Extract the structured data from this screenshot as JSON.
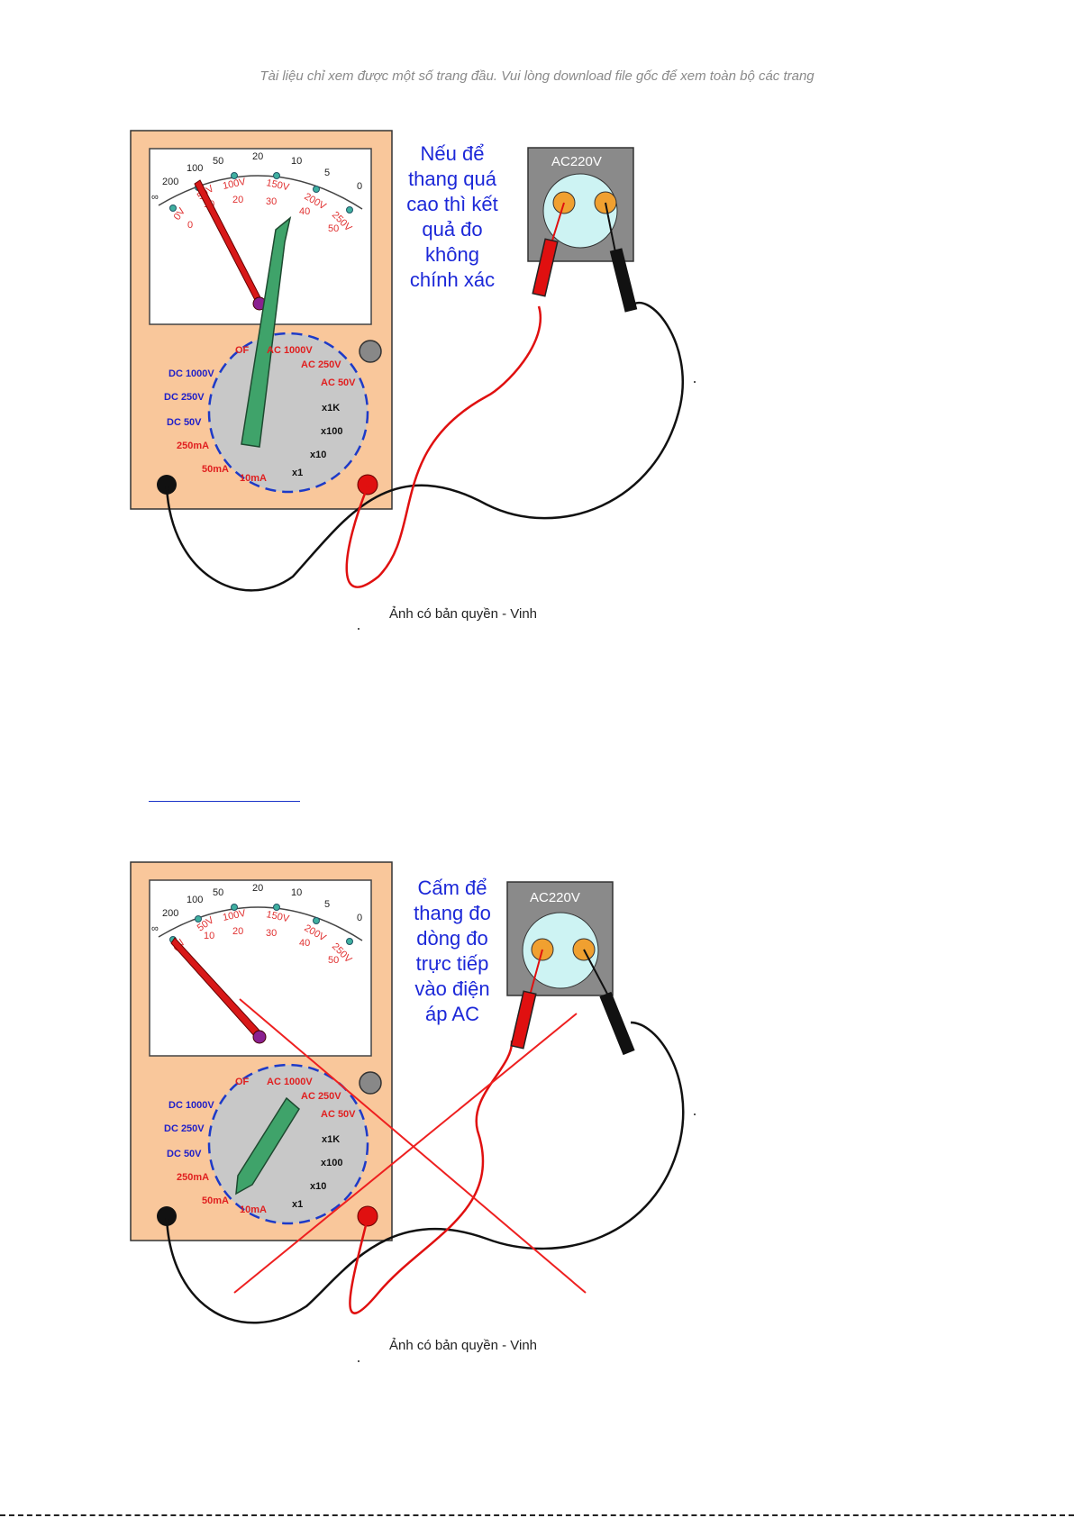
{
  "notice": "Tài liệu chỉ xem được một số trang đầu. Vui lòng download file gốc để xem toàn bộ các trang",
  "meter": {
    "top_scale": [
      "200",
      "100",
      "50",
      "20",
      "10",
      "5",
      "0"
    ],
    "infinity": "∞",
    "volt_scale": [
      "0V",
      "50V",
      "100V",
      "150V",
      "200V",
      "250V"
    ],
    "mid_scale": [
      "10",
      "20",
      "30",
      "40",
      "50"
    ],
    "zero_label": "0",
    "dial": {
      "of": "OF",
      "ac1000": "AC 1000V",
      "ac250": "AC 250V",
      "ac50": "AC 50V",
      "x1k": "x1K",
      "x100": "x100",
      "x10": "x10",
      "x1": "x1",
      "ma10": "10mA",
      "ma50": "50mA",
      "ma250": "250mA",
      "dc50": "DC 50V",
      "dc250": "DC 250V",
      "dc1000": "DC 1000V"
    }
  },
  "outlet_label": "AC220V",
  "caption": "Ảnh có bản quyền - Vinh",
  "figure1": {
    "note_lines": [
      "Nếu để",
      "thang  quá",
      "cao thì kết",
      "quả đo",
      "không",
      "chính xác"
    ]
  },
  "figure2": {
    "note_lines": [
      "Cấm để",
      "thang đo",
      "dòng đo",
      "trực tiếp",
      "vào điện",
      "áp AC"
    ]
  },
  "colors": {
    "meter_body": "#f9c79b",
    "dial": "#c8c8c8",
    "knob": "#3fa36a",
    "needle": "#d81818",
    "outlet_box": "#8a8a8a",
    "outlet_face": "#cdf3f3",
    "socket": "#f0a030",
    "probe_red": "#e01010",
    "probe_black": "#111111",
    "text_blue": "#1c28d8",
    "cross": "#ee2020"
  }
}
